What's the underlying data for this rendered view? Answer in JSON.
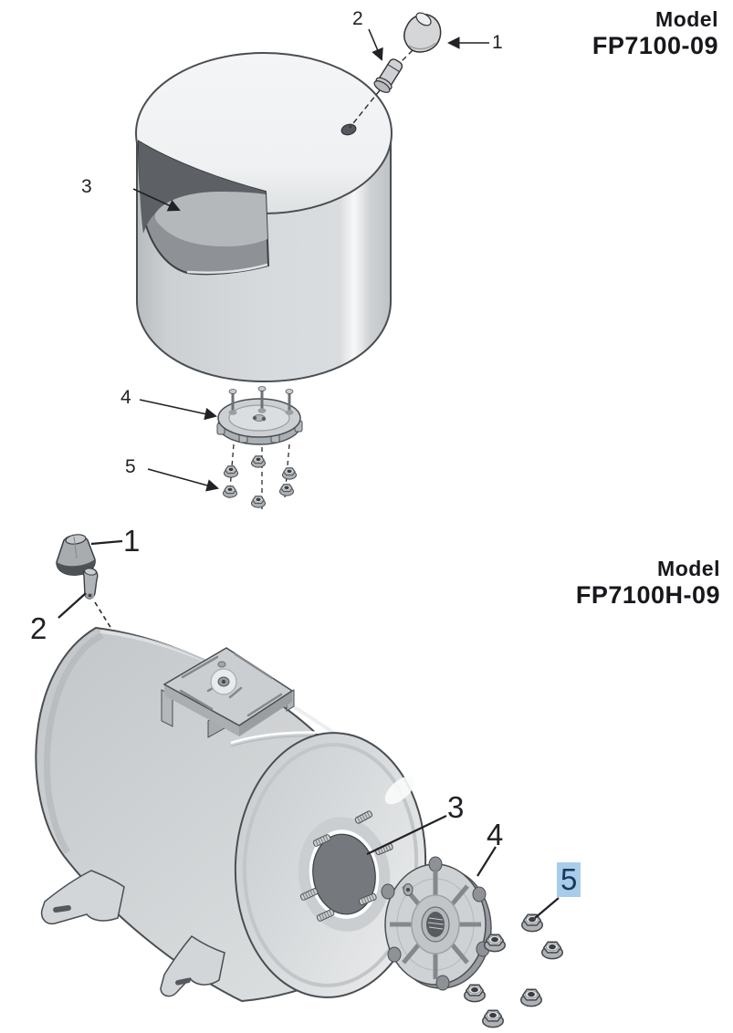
{
  "colors": {
    "background": "#ffffff",
    "text": "#17171c",
    "callout_text": "#212126",
    "line": "#212126",
    "highlight_bg": "#a9cde9",
    "highlight_text": "#163a60"
  },
  "top_diagram": {
    "model_label": "Model",
    "model_number": "FP7100-09",
    "callouts": {
      "c1": "1",
      "c2": "2",
      "c3": "3",
      "c4": "4",
      "c5": "5"
    }
  },
  "bottom_diagram": {
    "model_label": "Model",
    "model_number": "FP7100H-09",
    "callouts": {
      "c1": "1",
      "c2": "2",
      "c3": "3",
      "c4": "4",
      "c5": "5"
    }
  }
}
